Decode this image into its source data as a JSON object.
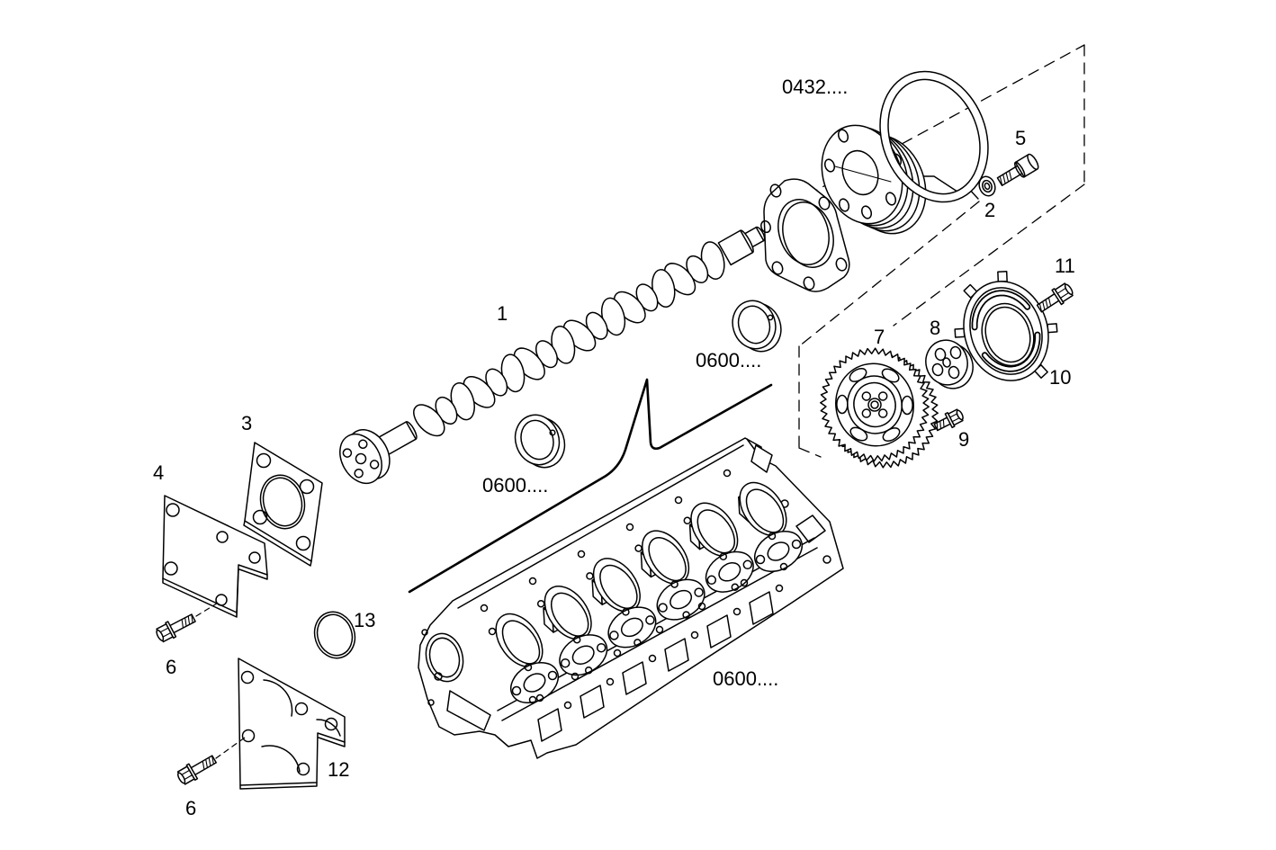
{
  "diagram": {
    "background_color": "#ffffff",
    "line_color": "#000000",
    "callouts": {
      "part_1": "1",
      "part_2": "2",
      "part_3": "3",
      "part_4": "4",
      "part_5": "5",
      "part_6_upper": "6",
      "part_6_lower": "6",
      "part_7": "7",
      "part_8": "8",
      "part_9": "9",
      "part_10": "10",
      "part_11": "11",
      "part_12": "12",
      "part_13": "13"
    },
    "reference_codes": {
      "group_0432": "0432....",
      "bush_upper_0600": "0600....",
      "bush_lower_0600": "0600....",
      "cylinder_head_0600": "0600...."
    }
  }
}
